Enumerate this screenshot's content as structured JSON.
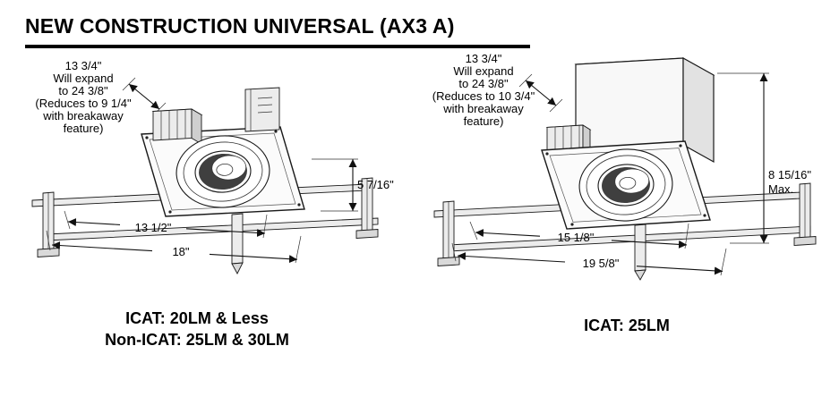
{
  "page": {
    "title": "NEW CONSTRUCTION UNIVERSAL (AX3 A)"
  },
  "figures": [
    {
      "note_lines": [
        "13 3/4\"",
        "Will expand",
        "to 24 3/8\"",
        "(Reduces to 9 1/4\"",
        "with breakaway",
        "feature)"
      ],
      "height_dim": "5 7/16\"",
      "inner_width_dim": "13 1/2\"",
      "outer_width_dim": "18\"",
      "caption_lines": [
        "ICAT: 20LM & Less",
        "Non-ICAT: 25LM & 30LM"
      ]
    },
    {
      "note_lines": [
        "13 3/4\"",
        "Will expand",
        "to 24 3/8\"",
        "(Reduces to 10 3/4\"",
        "with breakaway",
        "feature)"
      ],
      "height_dim": "8 15/16\"",
      "height_dim_suffix": "Max.",
      "inner_width_dim": "15 1/8\"",
      "outer_width_dim": "19 5/8\"",
      "caption_lines": [
        "ICAT: 25LM"
      ]
    }
  ]
}
